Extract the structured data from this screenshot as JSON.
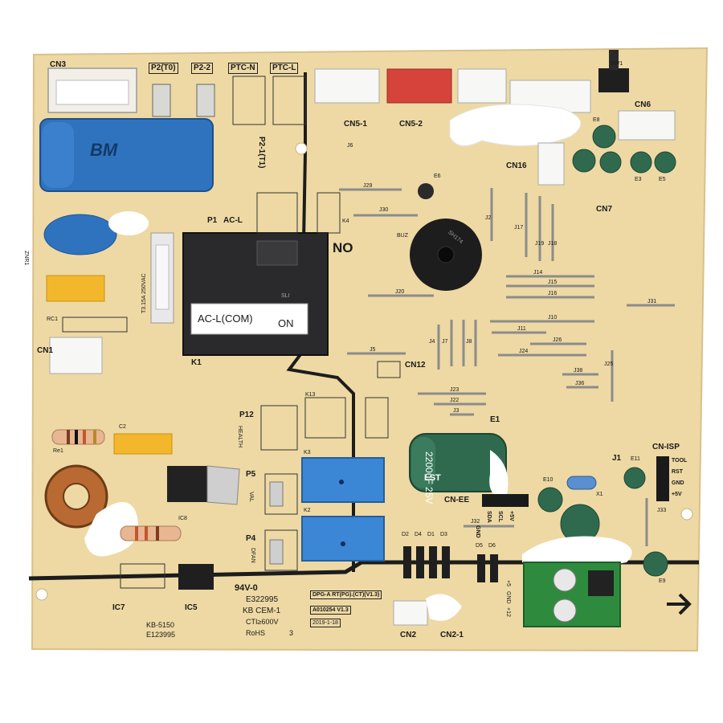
{
  "colors": {
    "board": "#eed9a4",
    "board_edge": "#d9c08a",
    "trace": "#1c1c1c",
    "capacitor_blue": "#2f73bf",
    "relay_black": "#2a2a2c",
    "relay_blue": "#3c86d6",
    "elco_green": "#2f6a4f",
    "module_green": "#2e8b3e"
  },
  "connectors": {
    "cn3": "CN3",
    "p2_t0": "P2(T0)",
    "p2_2": "P2-2",
    "ptc_n": "PTC-N",
    "ptc_l": "PTC-L",
    "cn5_1": "CN5-1",
    "cn5_2": "CN5-2",
    "cn6": "CN6",
    "cn16": "CN16",
    "cn7": "CN7",
    "cn1": "CN1",
    "cn12": "CN12",
    "cn_isp": "CN-ISP",
    "cn_ee": "CN-EE",
    "cn2": "CN2",
    "cn2_1": "CN2-1",
    "p1": "P1",
    "ac_l": "AC-L",
    "p2_1": "P2-1(T1)",
    "p12": "P12",
    "p5": "P5",
    "p4": "P4",
    "sw1": "SW1"
  },
  "relay": {
    "no_label": "NO",
    "com_sticker": "AC-L(COM)",
    "on_sticker": "ON",
    "k1": "K1",
    "relay_mark": "SLI"
  },
  "components": {
    "cap_brand": "BM",
    "buzzer_code": "SH174",
    "buz": "BUZ",
    "k4": "K4",
    "k13": "K13",
    "k3": "K3",
    "k2": "K2",
    "e1": "E1",
    "e6": "E6",
    "e8": "E8",
    "e3": "E3",
    "e5": "E5",
    "e9": "E9",
    "e10": "E10",
    "e11": "E11",
    "x1": "X1",
    "j1": "J1",
    "j33": "J33",
    "elco_text": "2200uF 25V",
    "elco_brand": "LST",
    "ic5": "IC5",
    "ic7": "IC7",
    "ic8": "IC8",
    "re1": "Re1",
    "c2": "C2",
    "rc1": "RC1",
    "znr1": "ZNR1",
    "fuse_text": "T3.15A 250VAC",
    "health": "HEALTH",
    "vaneL": "VAL",
    "dfan": "DFAN",
    "diodes": [
      "D2",
      "D4",
      "D1",
      "D3"
    ],
    "diodes2": [
      "D5",
      "D6"
    ]
  },
  "isp_pins": [
    "TOOL",
    "RST",
    "GND",
    "+5V"
  ],
  "ee_pins": [
    "SDA",
    "SCL",
    "+5V",
    "GND"
  ],
  "jumpers": [
    "J6",
    "J29",
    "J30",
    "J20",
    "J5",
    "J2",
    "J17",
    "J19",
    "J18",
    "J14",
    "J15",
    "J16",
    "J10",
    "J11",
    "J26",
    "J24",
    "J25",
    "J31",
    "J38",
    "J36",
    "J23",
    "J22",
    "J3",
    "J4",
    "J7",
    "J8",
    "J32"
  ],
  "board_text": {
    "ul": "94V-0",
    "e_num": "E322995",
    "kb_cem": "KB CEM-1",
    "cti": "CTI≥600V",
    "rohs": "RoHS",
    "rohs_num": "3",
    "kb_5150": "KB-5150",
    "e123995": "E123995",
    "dpg": "DPG-A RT(PG).(CT)(V1.3)",
    "a010254": "A010254 V1.3",
    "date": "2019-1-18",
    "module_5v": "+5",
    "module_gnd": "GND",
    "module_12v": "+12"
  }
}
